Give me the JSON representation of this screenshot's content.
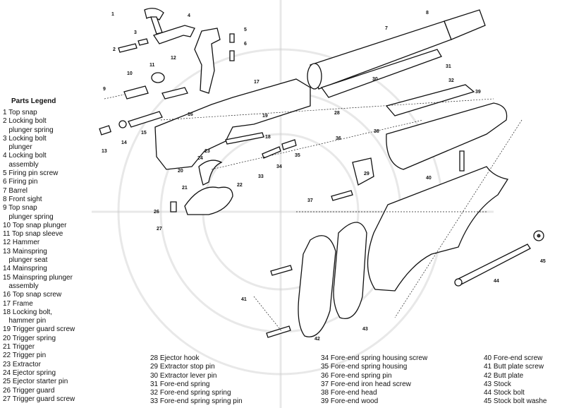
{
  "legend": {
    "title": "Parts Legend",
    "col1": [
      "1 Top snap",
      "2 Locking bolt",
      "   plunger spring",
      "3 Locking bolt",
      "   plunger",
      "4 Locking bolt",
      "   assembly",
      "5 Firing pin screw",
      "6 Firing pin",
      "7 Barrel",
      "8 Front sight",
      "9 Top snap",
      "   plunger spring",
      "10 Top snap plunger",
      "11 Top snap sleeve",
      "12 Hammer",
      "13 Mainspring",
      "   plunger seat",
      "14 Mainspring",
      "15 Mainspring plunger",
      "   assembly",
      "16 Top snap screw",
      "17 Frame",
      "18 Locking bolt,",
      "   hammer pin",
      "19 Trigger guard screw",
      "20 Trigger spring",
      "21 Trigger",
      "22 Trigger pin",
      "23 Extractor",
      "24 Ejector spring",
      "25 Ejector starter pin",
      "26 Trigger guard",
      "27 Trigger guard screw"
    ],
    "col2": [
      "28 Ejector hook",
      "29 Extractor stop pin",
      "30 Extractor lever pin",
      "31 Fore-end spring",
      "32 Fore-end spring spring",
      "33 Fore-end spring spring pin"
    ],
    "col3": [
      "34 Fore-end spring housing screw",
      "35 Fore-end spring housing",
      "36 Fore-end spring pin",
      "37 Fore-end iron head screw",
      "38 Fore-end head",
      "39 Fore-end wood"
    ],
    "col4": [
      "40 Fore-end screw",
      "41 Butt plate screw",
      "42 Butt plate",
      "43 Stock",
      "44 Stock bolt",
      "45 Stock bolt washe"
    ]
  },
  "callouts": {
    "c1": "1",
    "c2": "2",
    "c3": "3",
    "c4": "4",
    "c5": "5",
    "c6": "6",
    "c7": "7",
    "c8": "8",
    "c9": "9",
    "c10": "10",
    "c11": "11",
    "c12": "12",
    "c13": "13",
    "c14": "14",
    "c15": "15",
    "c16": "16",
    "c17": "17",
    "c18": "18",
    "c19": "19",
    "c20": "20",
    "c21": "21",
    "c22": "22",
    "c23": "23",
    "c24": "24",
    "c26": "26",
    "c27": "27",
    "c28": "28",
    "c29": "29",
    "c30": "30",
    "c31": "31",
    "c32": "32",
    "c33": "33",
    "c34": "34",
    "c35": "35",
    "c36": "36",
    "c37": "37",
    "c38": "38",
    "c39": "39",
    "c40": "40",
    "c41": "41",
    "c42": "42",
    "c43": "43",
    "c44": "44",
    "c45": "45"
  },
  "colors": {
    "ink": "#111111",
    "paper": "#ffffff",
    "watermark": "#cccccc"
  }
}
